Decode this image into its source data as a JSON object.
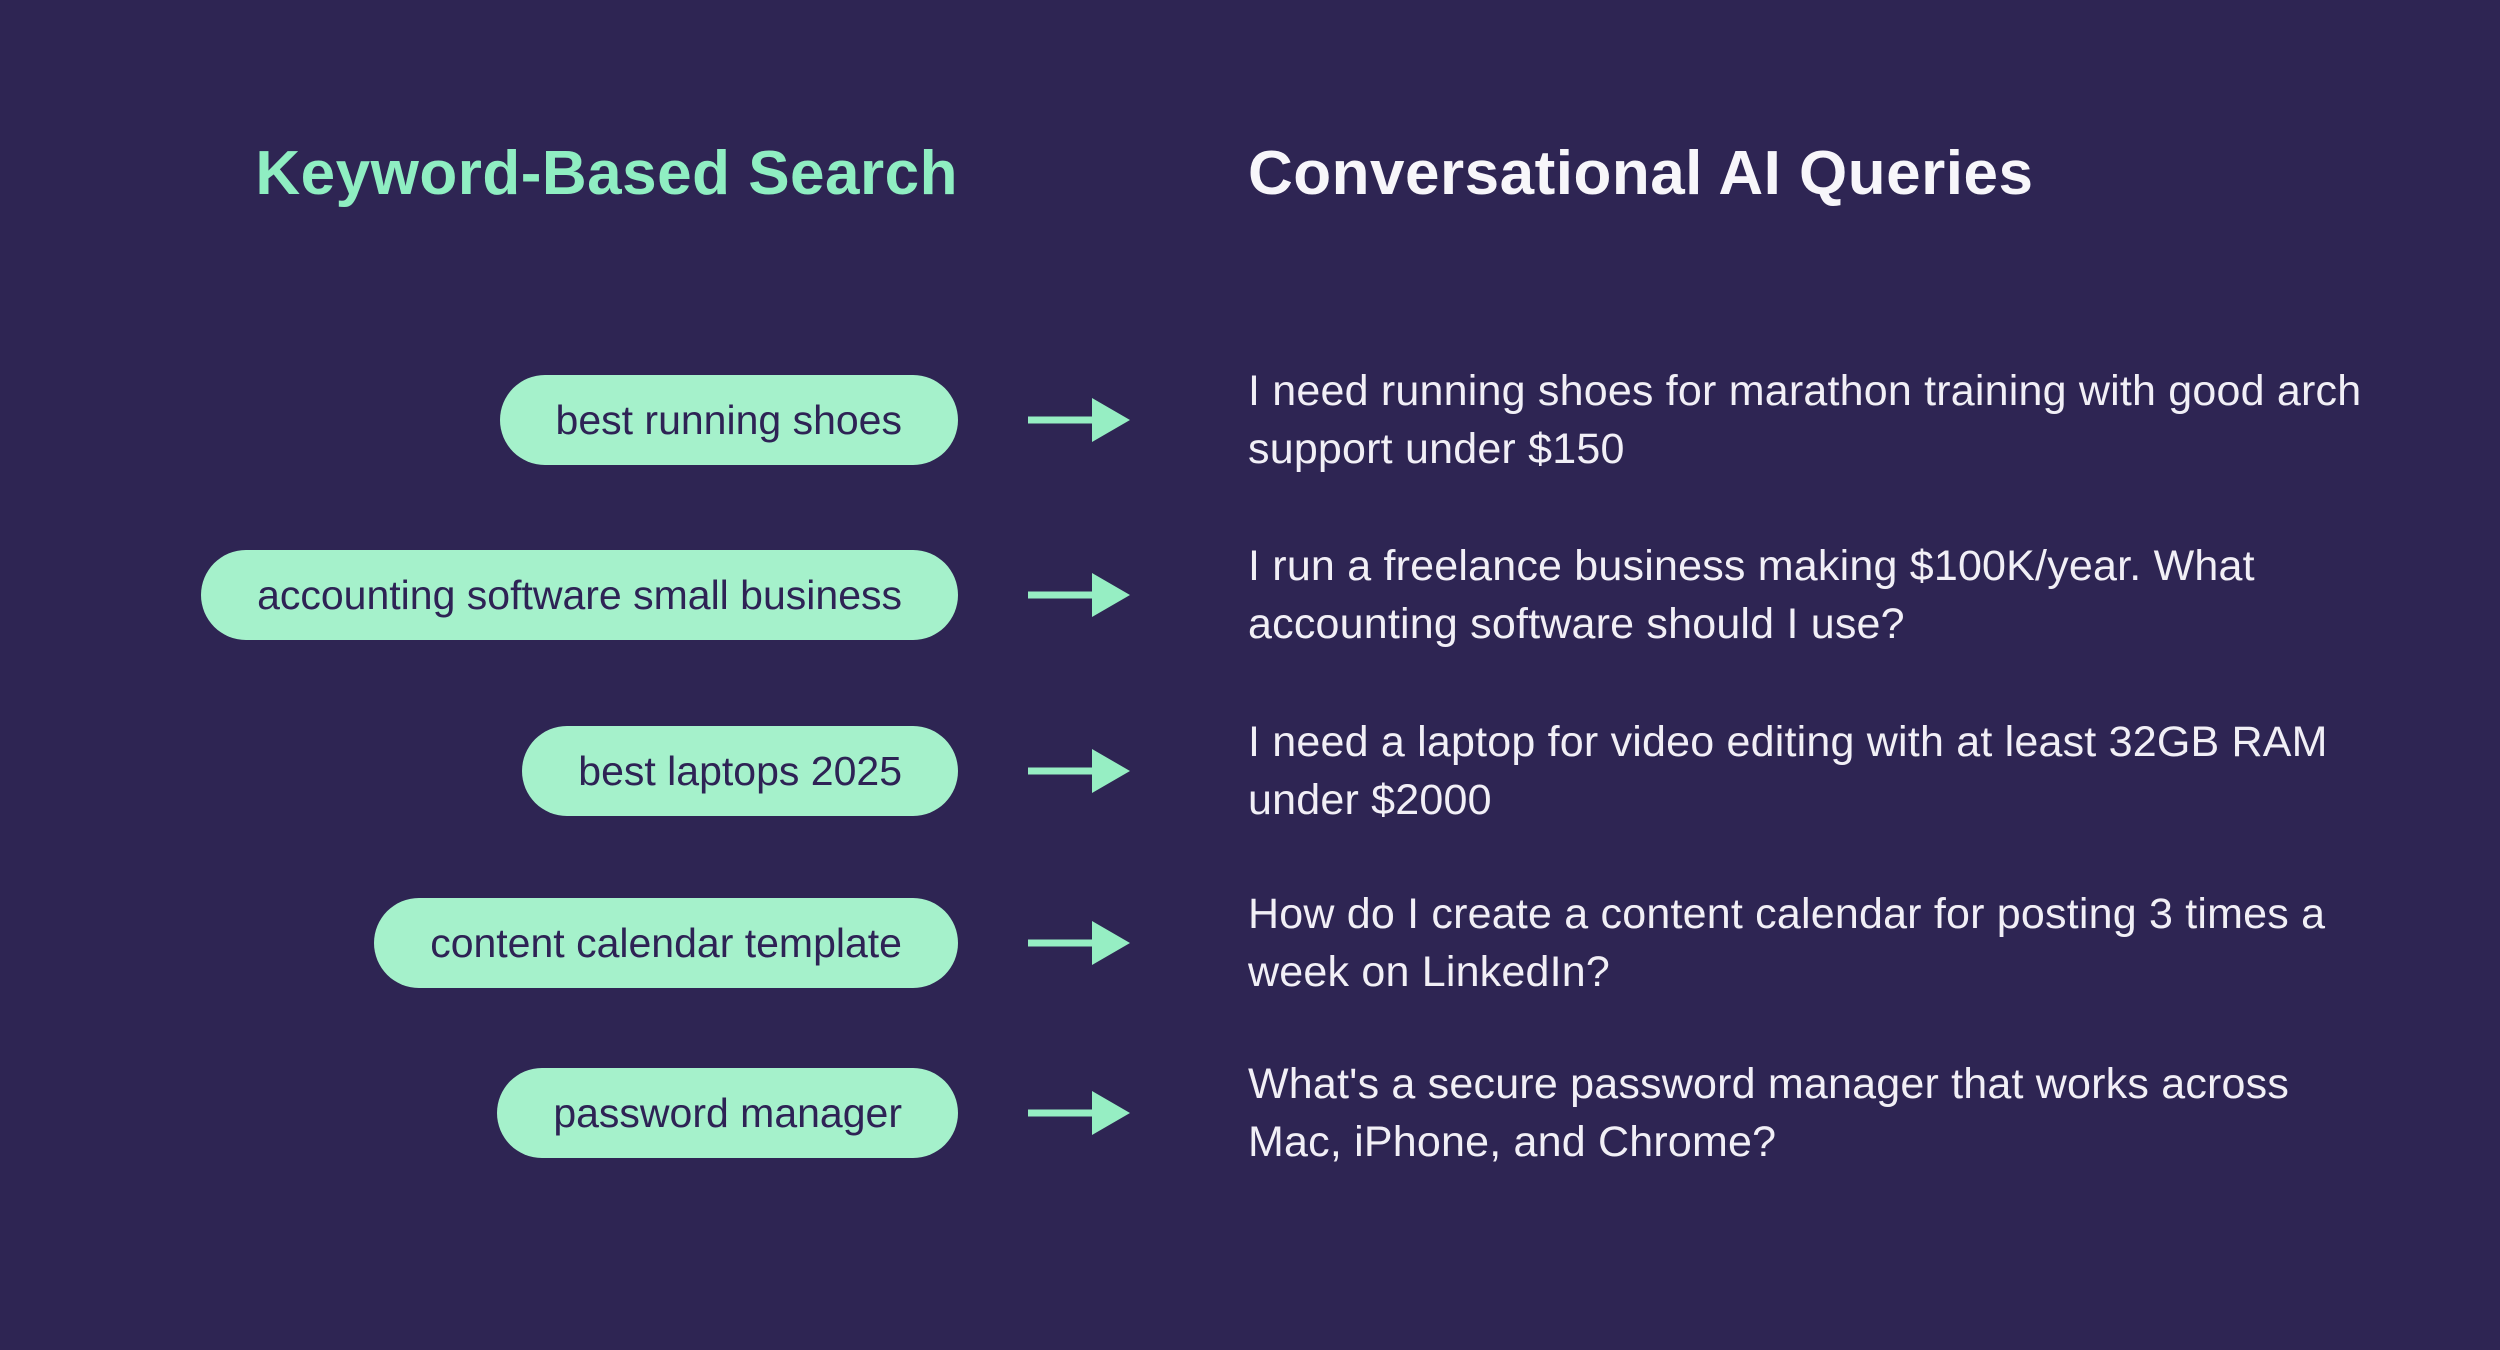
{
  "page": {
    "type": "comparison-infographic",
    "background_color": "#2E2553"
  },
  "colors": {
    "background": "#2E2553",
    "mint_pill": "#A5F1CB",
    "mint_title": "#8FEEC2",
    "mint_arrow": "#96EEC3",
    "dark_purple_text": "#2E2355",
    "white_text": "#F1EFF6"
  },
  "columns": {
    "left_title": "Keyword-Based Search",
    "right_title": "Conversational AI Queries"
  },
  "icons": {
    "arrow": "right-arrow"
  },
  "rows": [
    {
      "keyword": "best running shoes",
      "query": "I need running shoes for marathon training with good arch\nsupport under $150"
    },
    {
      "keyword": "accounting software small business",
      "query": "I run a freelance business making $100K/year. What\naccounting software should I use?"
    },
    {
      "keyword": "best laptops 2025",
      "query": "I need a laptop for video editing with at least 32GB RAM\nunder $2000"
    },
    {
      "keyword": "content calendar template",
      "query": "How do I create a content calendar for posting 3 times a\nweek on LinkedIn?"
    },
    {
      "keyword": "password manager",
      "query": "What's a secure password manager that works across\nMac, iPhone, and Chrome?"
    }
  ]
}
